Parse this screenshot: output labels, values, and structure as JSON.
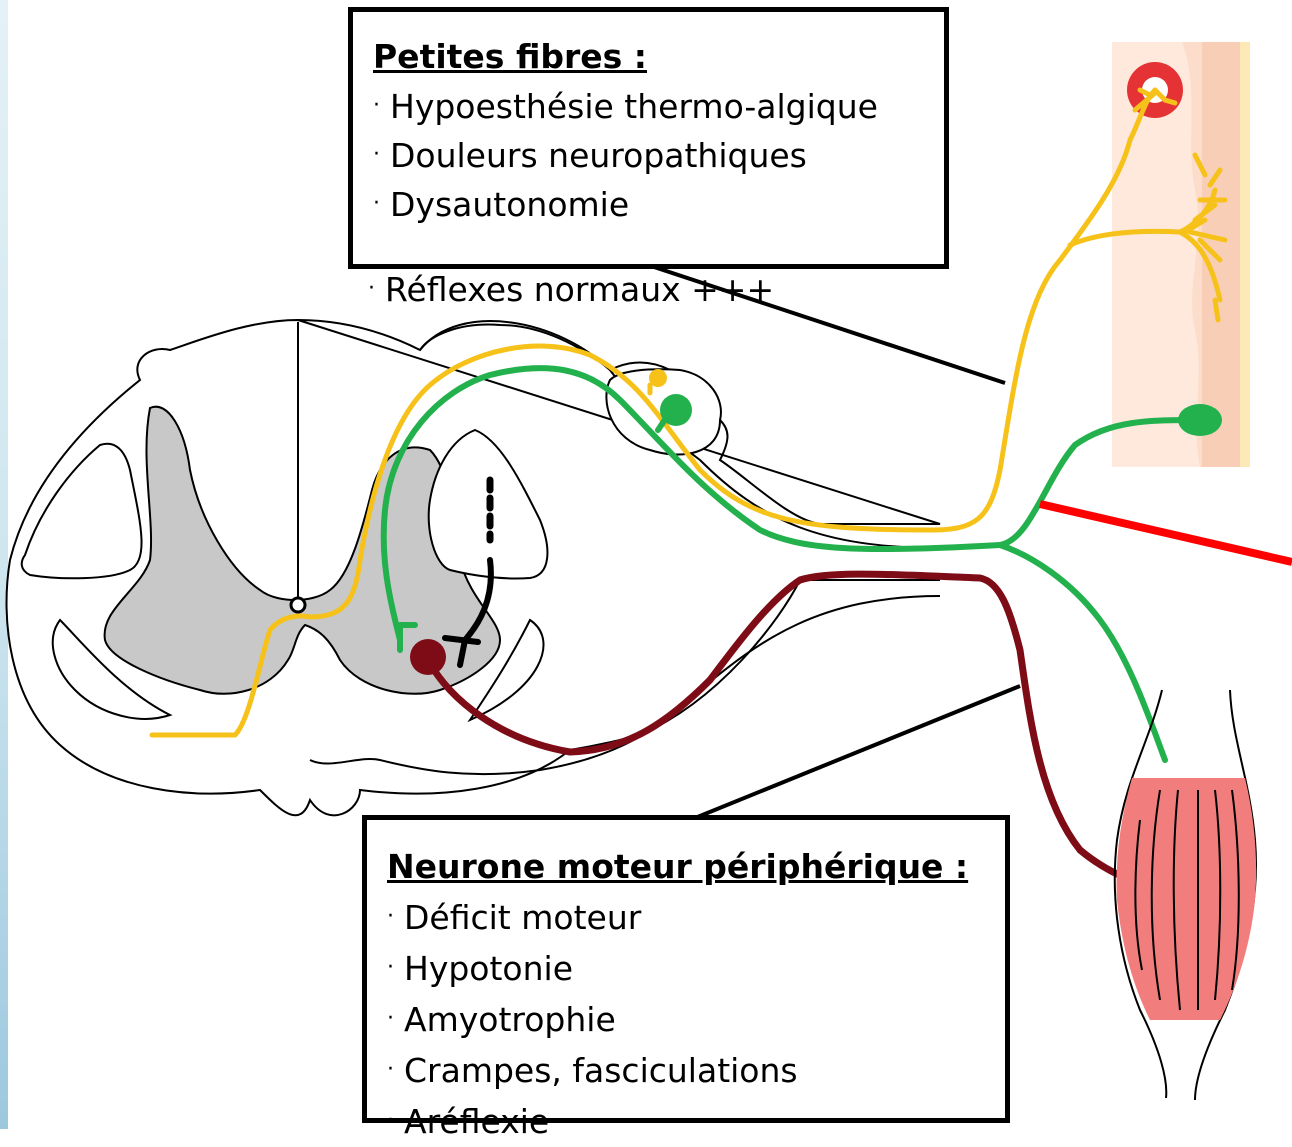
{
  "colors": {
    "yellow_fiber": "#f6c21a",
    "green_fiber": "#23b14d",
    "dark_red_fiber": "#7e0c17",
    "red_line": "#ff0000",
    "gray_matter": "#c8c8c8",
    "skin": "#fde2d4",
    "muscle": "#f27d7d"
  },
  "top_box": {
    "title": "Petites fibres :",
    "items": [
      "Hypoesthésie thermo-algique",
      "Douleurs neuropathiques",
      "Dysautonomie"
    ],
    "overflow_item": "Réflexes normaux +++"
  },
  "bottom_box": {
    "title": "Neurone moteur périphérique :",
    "items": [
      "Déficit moteur",
      "Hypotonie",
      "Amyotrophie",
      "Crampes, fasciculations",
      "Aréflexie"
    ]
  },
  "bullet": "·"
}
